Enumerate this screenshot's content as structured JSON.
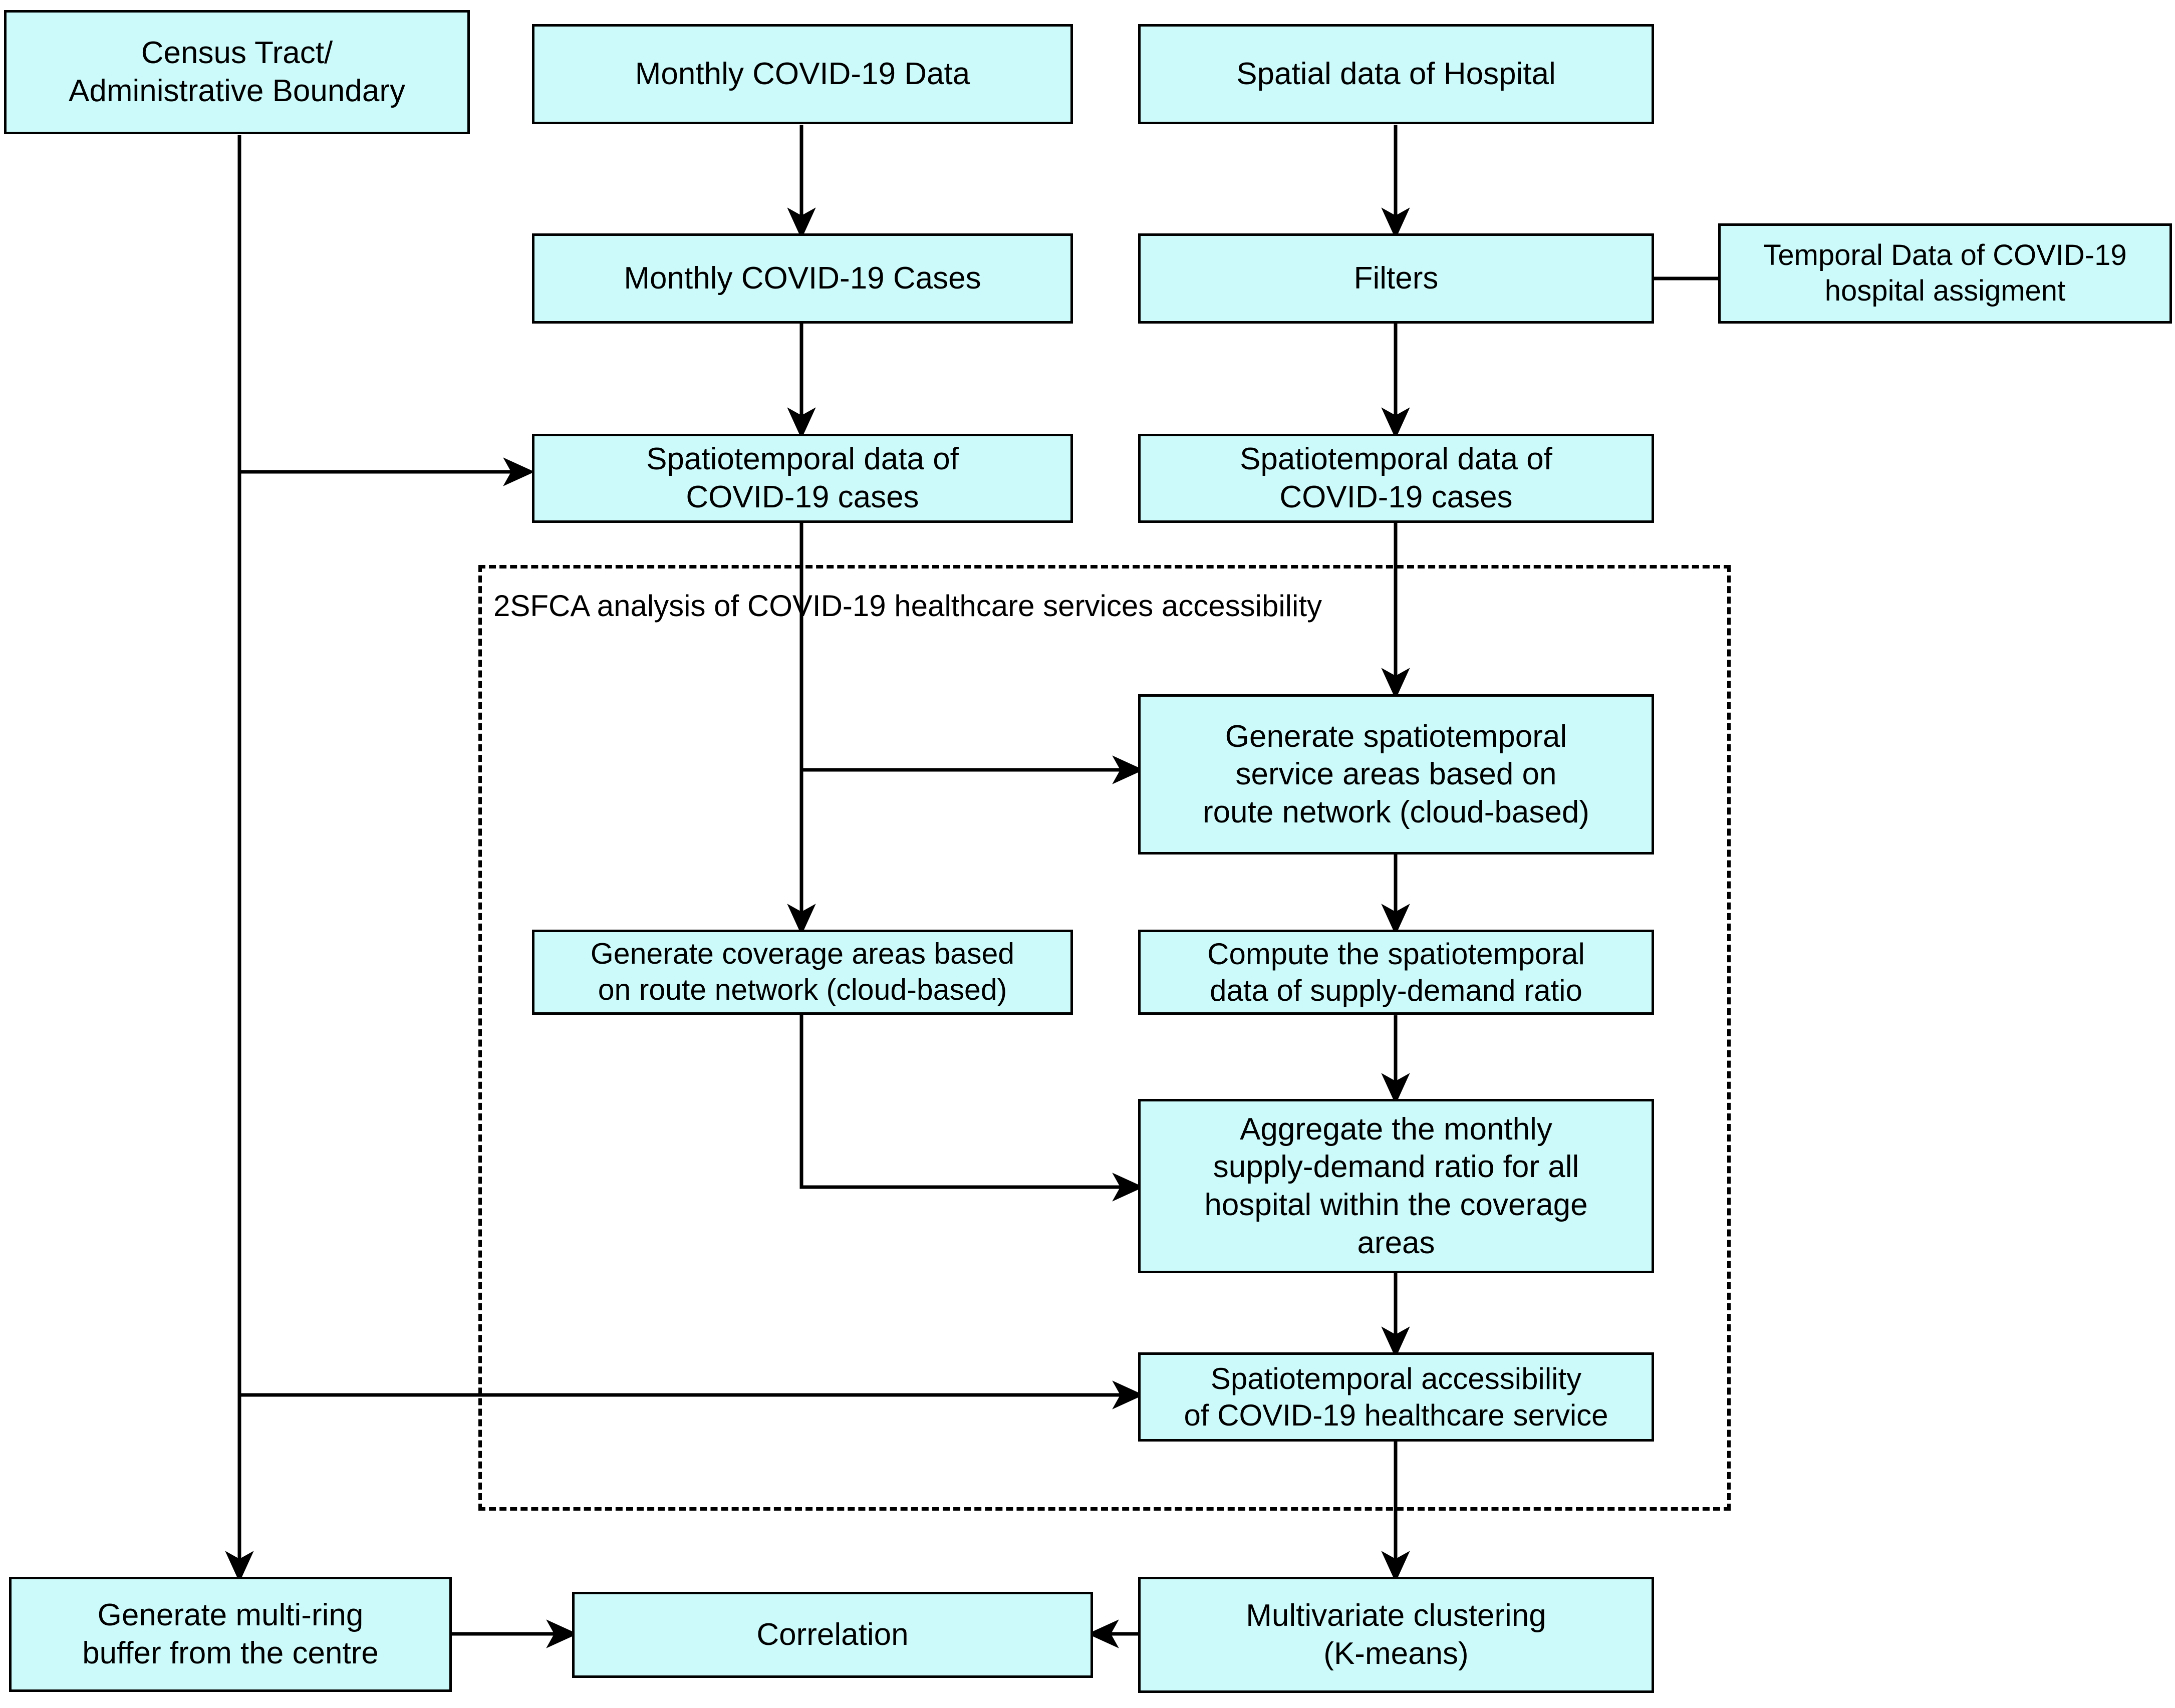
{
  "diagram": {
    "title": "2SFCA COVID-19 healthcare accessibility workflow",
    "colors": {
      "node_fill": "#ccfafa",
      "node_stroke": "#000000",
      "edge_stroke": "#000000",
      "group_stroke": "#000000",
      "background": "#ffffff"
    },
    "group": {
      "label": "2SFCA analysis of COVID-19 healthcare services accessibility",
      "style": "dashed"
    },
    "nodes": [
      {
        "id": "census-tract",
        "label": "Census Tract/\nAdministrative Boundary"
      },
      {
        "id": "monthly-covid-data",
        "label": "Monthly COVID-19 Data"
      },
      {
        "id": "spatial-data-hospital",
        "label": "Spatial data of Hospital"
      },
      {
        "id": "monthly-covid-cases",
        "label": "Monthly COVID-19 Cases"
      },
      {
        "id": "filters",
        "label": "Filters"
      },
      {
        "id": "temporal-data",
        "label": "Temporal Data of COVID-19\nhospital assigment"
      },
      {
        "id": "spatiotemporal-left",
        "label": "Spatiotemporal data of\nCOVID-19 cases"
      },
      {
        "id": "spatiotemporal-right",
        "label": "Spatiotemporal data of\nCOVID-19 cases"
      },
      {
        "id": "generate-service-areas",
        "label": "Generate spatiotemporal\nservice areas based on\nroute network (cloud-based)"
      },
      {
        "id": "generate-coverage-areas",
        "label": "Generate coverage areas based\non route network (cloud-based)"
      },
      {
        "id": "compute-supply-demand",
        "label": "Compute the spatiotemporal\ndata of supply-demand ratio"
      },
      {
        "id": "aggregate-ratio",
        "label": "Aggregate the monthly\nsupply-demand ratio for all\nhospital within the coverage\nareas"
      },
      {
        "id": "spatiotemporal-access",
        "label": "Spatiotemporal accessibility\nof COVID-19 healthcare service"
      },
      {
        "id": "multi-ring-buffer",
        "label": "Generate multi-ring\nbuffer from the centre"
      },
      {
        "id": "correlation",
        "label": "Correlation"
      },
      {
        "id": "multivariate-clustering",
        "label": "Multivariate clustering\n(K-means)"
      }
    ],
    "edges": [
      {
        "from": "monthly-covid-data",
        "to": "monthly-covid-cases"
      },
      {
        "from": "monthly-covid-cases",
        "to": "spatiotemporal-left"
      },
      {
        "from": "spatial-data-hospital",
        "to": "filters"
      },
      {
        "from": "temporal-data",
        "to": "filters"
      },
      {
        "from": "filters",
        "to": "spatiotemporal-right"
      },
      {
        "from": "census-tract",
        "to": "spatiotemporal-left"
      },
      {
        "from": "census-tract",
        "to": "spatiotemporal-access"
      },
      {
        "from": "census-tract",
        "to": "multi-ring-buffer"
      },
      {
        "from": "spatiotemporal-right",
        "to": "generate-service-areas"
      },
      {
        "from": "spatiotemporal-left",
        "to": "generate-service-areas"
      },
      {
        "from": "spatiotemporal-left",
        "to": "generate-coverage-areas"
      },
      {
        "from": "generate-service-areas",
        "to": "compute-supply-demand"
      },
      {
        "from": "compute-supply-demand",
        "to": "aggregate-ratio"
      },
      {
        "from": "generate-coverage-areas",
        "to": "aggregate-ratio"
      },
      {
        "from": "aggregate-ratio",
        "to": "spatiotemporal-access"
      },
      {
        "from": "spatiotemporal-access",
        "to": "multivariate-clustering"
      },
      {
        "from": "multi-ring-buffer",
        "to": "correlation"
      },
      {
        "from": "multivariate-clustering",
        "to": "correlation"
      }
    ]
  }
}
